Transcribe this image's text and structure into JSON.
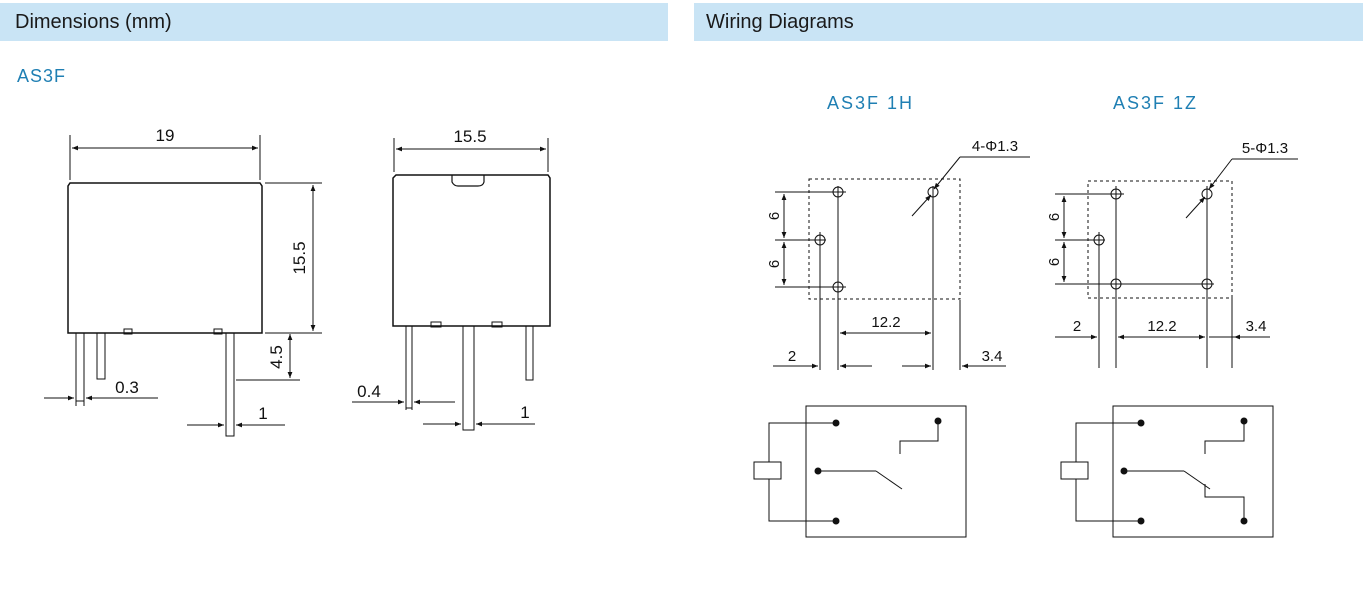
{
  "left_header": "Dimensions (mm)",
  "right_header": "Wiring Diagrams",
  "model": "AS3F",
  "dimensions": {
    "front_width": "19",
    "front_height": "15.5",
    "pin_length": "4.5",
    "pin_thick_front": "0.3",
    "pin_width_front": "1",
    "side_width": "15.5",
    "pin_thick_side": "0.4",
    "pin_width_side": "1"
  },
  "wiring": {
    "h": {
      "title": "AS3F 1H",
      "hole_note": "4-Φ1.3",
      "pitch_1": "6",
      "pitch_2": "6",
      "span": "12.2",
      "left_offset": "2",
      "right_offset": "3.4"
    },
    "z": {
      "title": "AS3F 1Z",
      "hole_note": "5-Φ1.3",
      "pitch_1": "6",
      "pitch_2": "6",
      "span": "12.2",
      "left_offset": "2",
      "right_offset": "3.4"
    }
  },
  "colors": {
    "header_bg": "#c9e4f5",
    "accent_text": "#1f7fb3",
    "line": "#111111"
  }
}
